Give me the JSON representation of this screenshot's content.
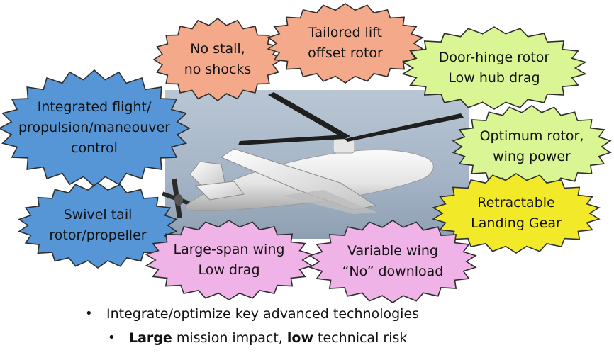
{
  "colors": {
    "salmon": "#f4a98a",
    "light_green": "#d9f594",
    "blue": "#5796d6",
    "yellow": "#f2ea28",
    "pink": "#efb3e7",
    "stroke": "#2e2e2e"
  },
  "bursts": [
    {
      "id": "no-stall",
      "lines": [
        "No stall,",
        "no shocks"
      ],
      "color": "salmon"
    },
    {
      "id": "tailored-lift",
      "lines": [
        "Tailored lift",
        "offset rotor"
      ],
      "color": "salmon"
    },
    {
      "id": "door-hinge",
      "lines": [
        "Door-hinge rotor",
        "Low hub drag"
      ],
      "color": "light_green"
    },
    {
      "id": "integrated-flight",
      "lines": [
        "Integrated flight/",
        "propulsion/maneouver",
        "control"
      ],
      "color": "blue"
    },
    {
      "id": "optimum-rotor",
      "lines": [
        "Optimum rotor,",
        "wing power"
      ],
      "color": "light_green"
    },
    {
      "id": "retractable-gear",
      "lines": [
        "Retractable",
        "Landing Gear"
      ],
      "color": "yellow"
    },
    {
      "id": "swivel-tail",
      "lines": [
        "Swivel tail",
        "rotor/propeller"
      ],
      "color": "blue"
    },
    {
      "id": "large-span",
      "lines": [
        "Large-span wing",
        "Low drag"
      ],
      "color": "pink"
    },
    {
      "id": "variable-wing",
      "lines": [
        "Variable wing",
        "“No” download"
      ],
      "color": "pink"
    }
  ],
  "bullets": {
    "main": "Integrate/optimize key advanced technologies",
    "sub": {
      "bold1": "Large",
      "text1": " mission impact, ",
      "bold2": "low",
      "text2": " technical risk"
    }
  }
}
